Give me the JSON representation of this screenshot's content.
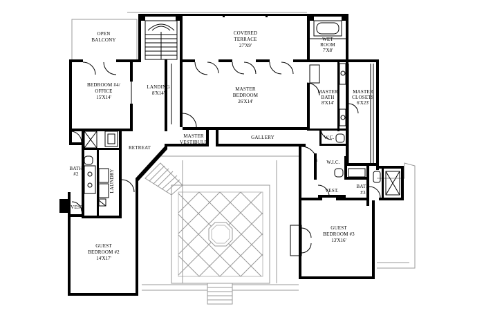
{
  "rooms": {
    "open_balcony": {
      "line1": "OPEN",
      "line2": "BALCONY"
    },
    "covered_terrace": {
      "line1": "COVERED",
      "line2": "TERRACE",
      "dim": "27'X9'"
    },
    "wet_room": {
      "line1": "WET",
      "line2": "ROOM",
      "dim": "7'X8'"
    },
    "bedroom4": {
      "line1": "BEDROOM #4/",
      "line2": "OFFICE",
      "dim": "15'X14'"
    },
    "landing": {
      "line1": "LANDING",
      "dim": "8'X14'"
    },
    "master_bedroom": {
      "line1": "MASTER",
      "line2": "BEDROOM",
      "dim": "26'X14'"
    },
    "master_bath": {
      "line1": "MASTER",
      "line2": "BATH",
      "dim": "8'X14'"
    },
    "master_closets": {
      "line1": "MASTER",
      "line2": "CLOSETS",
      "dim": "6'X23'"
    },
    "wc": {
      "line1": "W.C."
    },
    "wic": {
      "line1": "W.I.C."
    },
    "master_vestibule": {
      "line1": "MASTER",
      "line2": "VESTIBULE"
    },
    "gallery": {
      "line1": "GALLERY"
    },
    "retreat": {
      "line1": "RETREAT"
    },
    "bath2": {
      "line1": "BATH",
      "line2": "#2"
    },
    "laundry": {
      "line1": "LAUNDRY"
    },
    "vest_left": {
      "line1": "VEST."
    },
    "vest_right": {
      "line1": "VEST."
    },
    "bath3": {
      "line1": "BATH",
      "line2": "#3"
    },
    "guest_bedroom2": {
      "line1": "GUEST",
      "line2": "BEDROOM #2",
      "dim": "14'X17'"
    },
    "guest_bedroom3": {
      "line1": "GUEST",
      "line2": "BEDROOM #3",
      "dim": "13'X16'"
    }
  }
}
